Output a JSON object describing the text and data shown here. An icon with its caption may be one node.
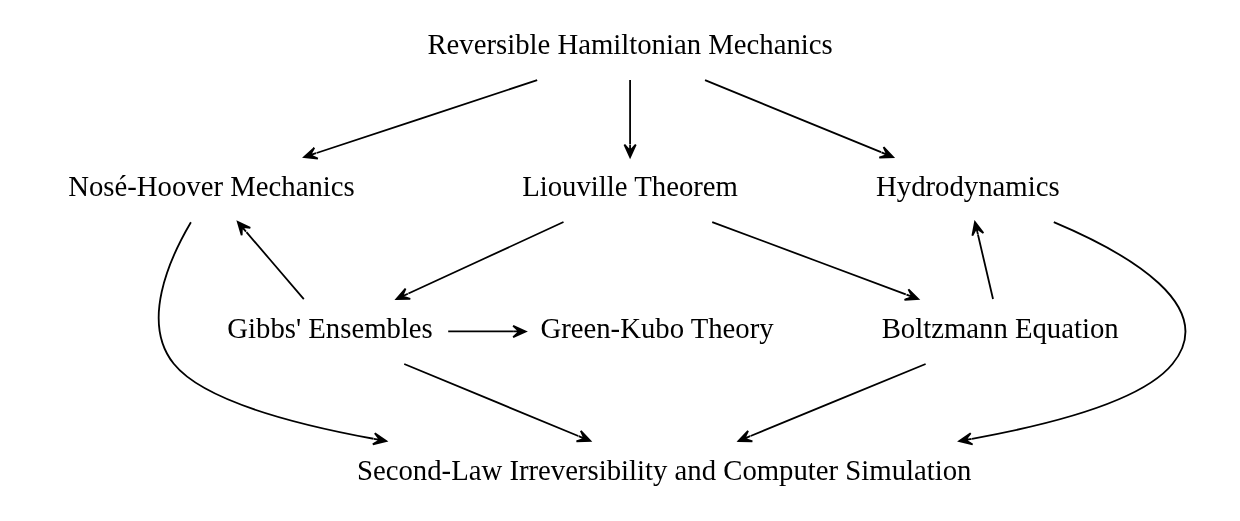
{
  "diagram": {
    "nodes": [
      {
        "text": [
          "Reversible Hamiltonian Mechanics"
        ]
      },
      {
        "text": [
          "Nosé-Hoover Mechanics"
        ]
      },
      {
        "text": [
          "Liouville Theorem"
        ]
      },
      {
        "text": [
          "Hydrodynamics"
        ]
      },
      {
        "text": [
          "Gibbs' Ensembles"
        ]
      },
      {
        "text": [
          "Green-Kubo Theory"
        ]
      },
      {
        "text": [
          "Boltzmann Equation"
        ]
      },
      {
        "text": [
          "Second-Law Irreversibility and Computer Simulation"
        ]
      }
    ],
    "edges": [
      {
        "from": 0,
        "to": 1,
        "arrow": "to"
      },
      {
        "from": 0,
        "to": 2,
        "arrow": "to"
      },
      {
        "from": 0,
        "to": 3,
        "arrow": "to"
      },
      {
        "from": 4,
        "to": 1,
        "arrow": "to"
      },
      {
        "from": 2,
        "to": 4,
        "arrow": "to"
      },
      {
        "from": 2,
        "to": 6,
        "arrow": "to"
      },
      {
        "from": 6,
        "to": 3,
        "arrow": "to"
      },
      {
        "from": 4,
        "to": 5,
        "arrow": "to"
      },
      {
        "from": 1,
        "to": 7,
        "arrow": "to"
      },
      {
        "from": 4,
        "to": 7,
        "arrow": "to"
      },
      {
        "from": 6,
        "to": 7,
        "arrow": "to"
      },
      {
        "from": 3,
        "to": 7,
        "arrow": "to"
      }
    ]
  }
}
